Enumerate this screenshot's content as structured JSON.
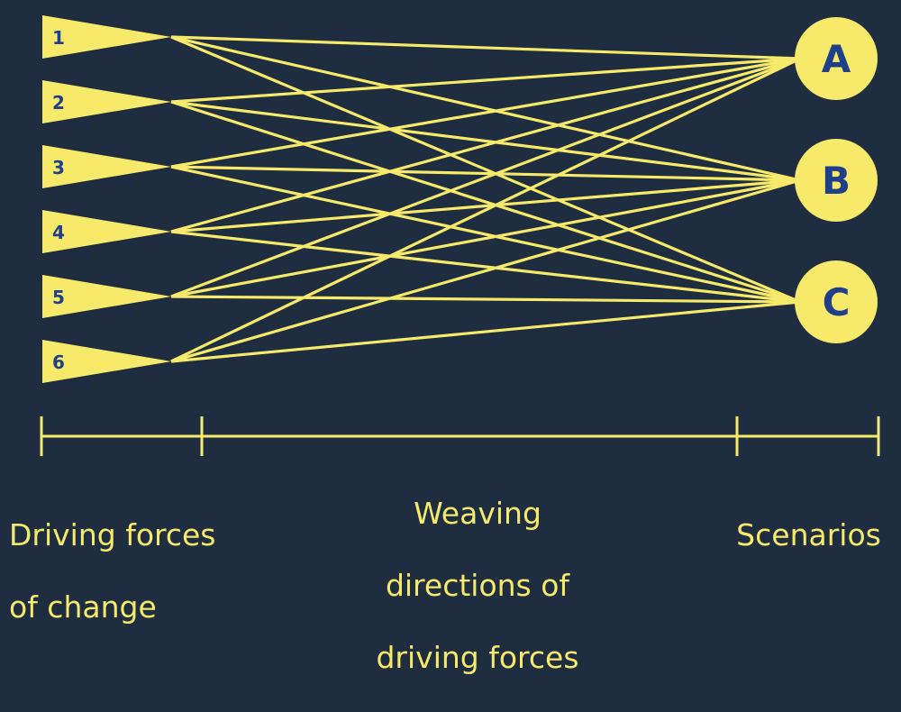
{
  "colors": {
    "background": "#1f2d40",
    "accent": "#f7ea6a",
    "badge_text": "#1f3f8a"
  },
  "driving_forces": [
    "1",
    "2",
    "3",
    "4",
    "5",
    "6"
  ],
  "scenarios": [
    "A",
    "B",
    "C"
  ],
  "labels": {
    "driving_forces": {
      "line1": "Driving forces",
      "line2": "of change"
    },
    "weaving": {
      "line1": "Weaving",
      "line2": "directions of",
      "line3": "driving forces"
    },
    "scenarios": {
      "line1": "Scenarios"
    }
  }
}
